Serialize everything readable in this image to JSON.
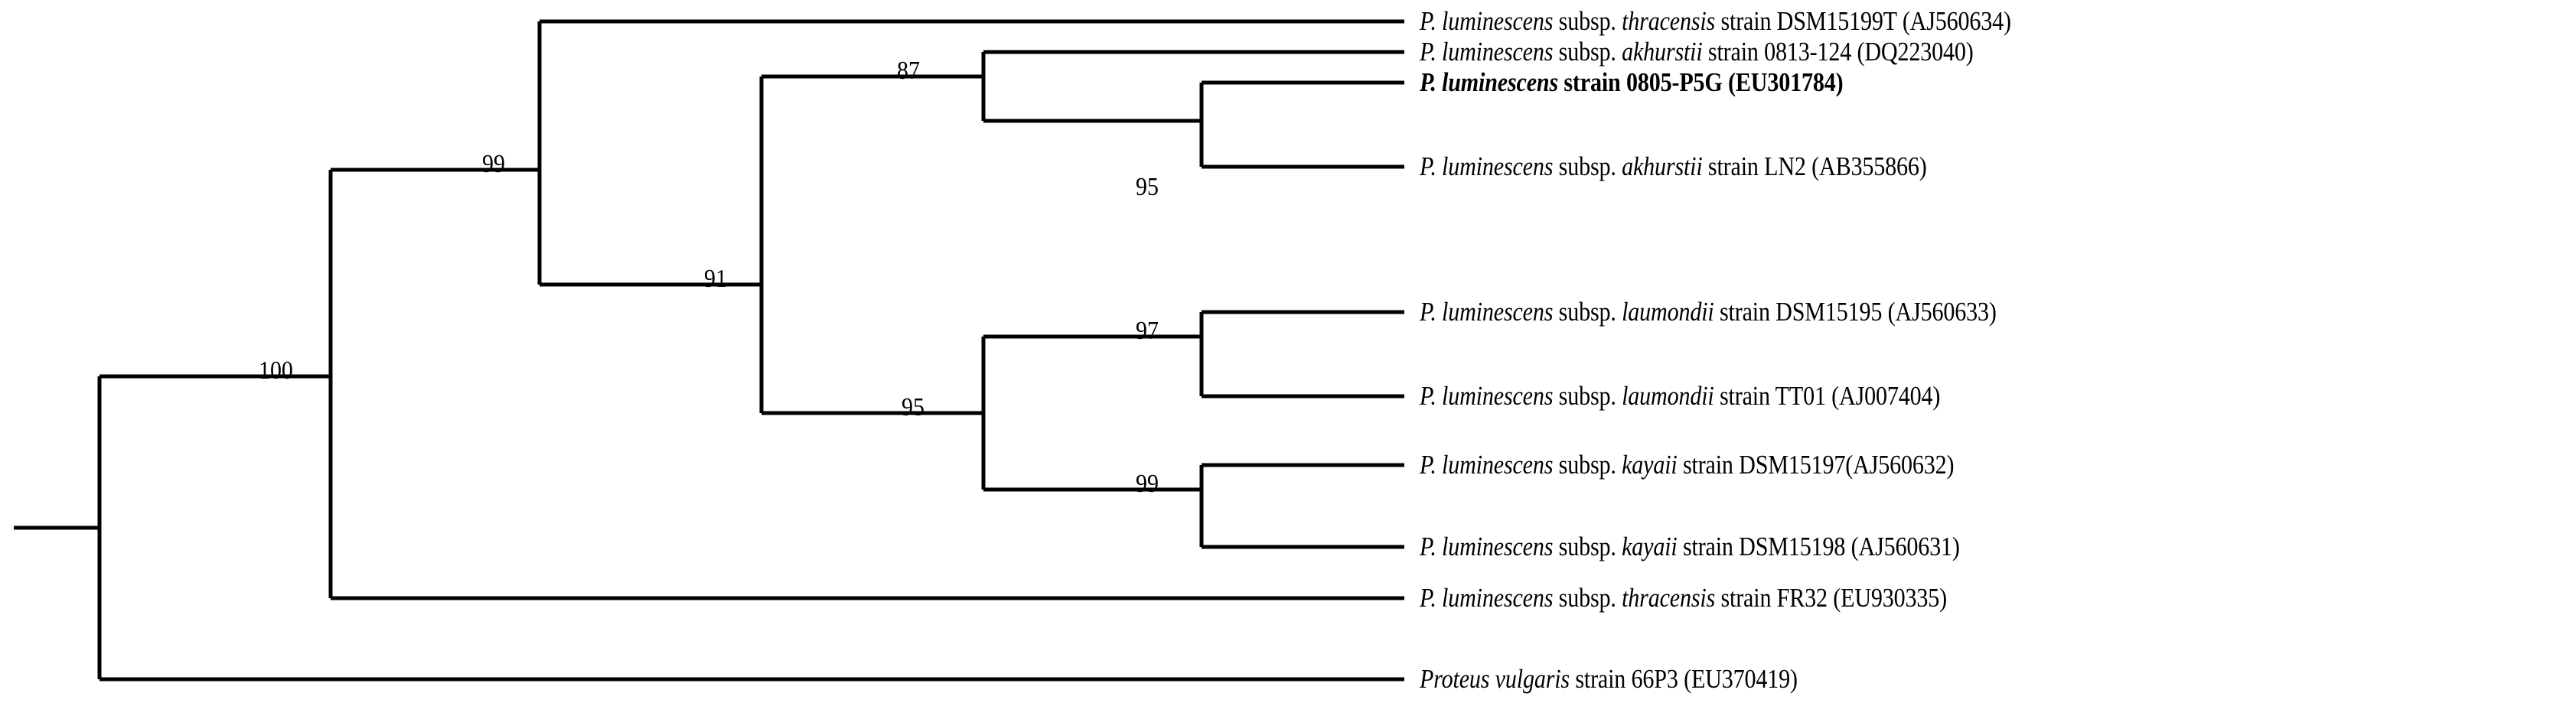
{
  "figure": {
    "kind": "phylogenetic-tree",
    "style": "rectangular-cladogram",
    "line_color": "#000000",
    "background_color": "#ffffff",
    "text_color": "#000000"
  },
  "taxa": [
    {
      "id": "thracensis-DSM15199T",
      "genus_abbrev": "P.",
      "species": "luminescens",
      "rank_text": "subsp.",
      "subspecies": "thracensis",
      "strain_text": "strain DSM15199T",
      "accession": "(AJ560634)",
      "bold": false,
      "full": "P. luminescens subsp. thracensis strain DSM15199T (AJ560634)"
    },
    {
      "id": "akhurstii-0813-124",
      "genus_abbrev": "P.",
      "species": "luminescens",
      "rank_text": "subsp.",
      "subspecies": "akhurstii",
      "strain_text": "strain 0813-124",
      "accession": "(DQ223040)",
      "bold": false,
      "full": "P. luminescens subsp. akhurstii strain 0813-124 (DQ223040)"
    },
    {
      "id": "luminescens-0805-P5G",
      "genus_abbrev": "P.",
      "species": "luminescens",
      "rank_text": "",
      "subspecies": "",
      "strain_text": "strain 0805-P5G",
      "accession": "(EU301784)",
      "bold": true,
      "full": "P. luminescens strain 0805-P5G (EU301784)"
    },
    {
      "id": "akhurstii-LN2",
      "genus_abbrev": "P.",
      "species": "luminescens",
      "rank_text": "subsp.",
      "subspecies": "akhurstii",
      "strain_text": "strain LN2",
      "accession": "(AB355866)",
      "bold": false,
      "full": "P. luminescens subsp. akhurstii strain LN2 (AB355866)"
    },
    {
      "id": "laumondii-DSM15195",
      "genus_abbrev": "P.",
      "species": "luminescens",
      "rank_text": "subsp.",
      "subspecies": "laumondii",
      "strain_text": "strain DSM15195",
      "accession": "(AJ560633)",
      "bold": false,
      "full": "P. luminescens subsp. laumondii strain DSM15195 (AJ560633)"
    },
    {
      "id": "laumondii-TT01",
      "genus_abbrev": "P.",
      "species": "luminescens",
      "rank_text": "subsp.",
      "subspecies": "laumondii",
      "strain_text": "strain TT01",
      "accession": "(AJ007404)",
      "bold": false,
      "full": "P. luminescens subsp. laumondii strain TT01 (AJ007404)"
    },
    {
      "id": "kayaii-DSM15197",
      "genus_abbrev": "P.",
      "species": "luminescens",
      "rank_text": "subsp.",
      "subspecies": "kayaii",
      "strain_text": "strain DSM15197",
      "accession": "(AJ560632)",
      "bold": false,
      "full": "P. luminescens subsp. kayaii strain DSM15197(AJ560632)"
    },
    {
      "id": "kayaii-DSM15198",
      "genus_abbrev": "P.",
      "species": "luminescens",
      "rank_text": "subsp.",
      "subspecies": "kayaii",
      "strain_text": "strain DSM15198",
      "accession": "(AJ560631)",
      "bold": false,
      "full": "P. luminescens subsp. kayaii strain DSM15198 (AJ560631)"
    },
    {
      "id": "thracensis-FR32",
      "genus_abbrev": "P.",
      "species": "luminescens",
      "rank_text": "subsp.",
      "subspecies": "thracensis",
      "strain_text": "strain FR32",
      "accession": "(EU930335)",
      "bold": false,
      "full": "P. luminescens subsp. thracensis strain FR32 (EU930335)"
    },
    {
      "id": "proteus-vulgaris-66P3",
      "genus_abbrev": "Proteus",
      "species": "vulgaris",
      "rank_text": "",
      "subspecies": "",
      "strain_text": "strain 66P3",
      "accession": "(EU370419)",
      "bold": false,
      "full": "Proteus vulgaris strain 66P3 (EU370419)"
    }
  ],
  "bootstrap_values": [
    {
      "id": "node-root-100",
      "value": "100"
    },
    {
      "id": "node-99-upper",
      "value": "99"
    },
    {
      "id": "node-91",
      "value": "91"
    },
    {
      "id": "node-87",
      "value": "87"
    },
    {
      "id": "node-95-akhurstii",
      "value": "95"
    },
    {
      "id": "node-95-laumondii-kayaii",
      "value": "95"
    },
    {
      "id": "node-97-laumondii",
      "value": "97"
    },
    {
      "id": "node-99-kayaii",
      "value": "99"
    }
  ]
}
